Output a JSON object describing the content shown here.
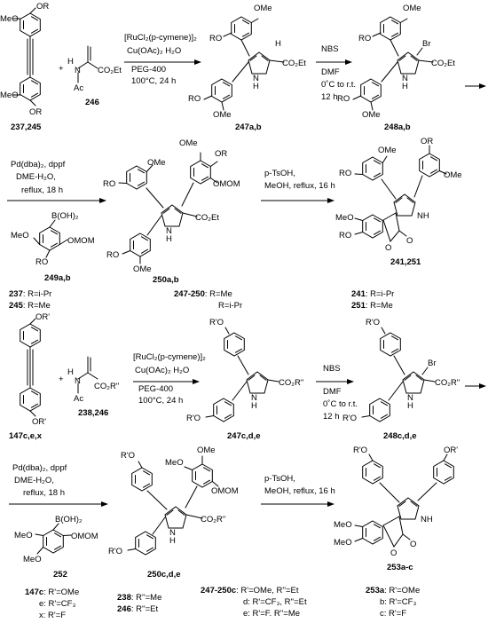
{
  "row1": {
    "sm1_or_top": "OR",
    "sm1_meo_top": "MeO",
    "sm1_meo_bot": "MeO",
    "sm1_or_bot": "OR",
    "sm1_label": "237,245",
    "plus": "+",
    "dehydro_n": "N",
    "dehydro_h": "H",
    "dehydro_ac": "Ac",
    "dehydro_ester": "CO₂Et",
    "dehydro_label": "246",
    "step1_cond": [
      "[RuCl₂(p-cymene)]₂",
      "Cu(OAc)₂ H₂O",
      "PEG-400",
      "100°C, 24 h"
    ],
    "p1_ro": "RO",
    "p1_ome": "OMe",
    "p1_h": "H",
    "p1_ester": "CO₂Et",
    "p1_nh": "N",
    "p1_nh_h": "H",
    "p1_ro2": "RO",
    "p1_ome2": "OMe",
    "p1_label": "247a,b",
    "step2_cond": [
      "NBS",
      "DMF",
      "0˚C to r.t.",
      "12 h"
    ],
    "p2_ro": "RO",
    "p2_ome": "OMe",
    "p2_br": "Br",
    "p2_ester": "CO₂Et",
    "p2_nh": "N",
    "p2_nh_h": "H",
    "p2_ro2": "RO",
    "p2_ome2": "OMe",
    "p2_label": "248a,b"
  },
  "row2": {
    "step3_cond": [
      "Pd(dba)₂, dppf",
      "DME-H₂O,",
      "reflux, 18 h"
    ],
    "boronic_boh2": "B(OH)₂",
    "boronic_meo": "MeO",
    "boronic_omom": "OMOM",
    "boronic_ro": "RO",
    "boronic_label": "249a,b",
    "p3_ome_a": "OMe",
    "p3_or_a": "OR",
    "p3_ro": "RO",
    "p3_ome_b": "OMe",
    "p3_omom": "OMOM",
    "p3_ester": "CO₂Et",
    "p3_n": "N",
    "p3_h": "H",
    "p3_ro2": "RO",
    "p3_ome2": "OMe",
    "p3_label": "250a,b",
    "step4_cond": [
      "p-TsOH,",
      "MeOH, reflux, 16 h"
    ],
    "p4_ro": "RO",
    "p4_ome": "OMe",
    "p4_or": "OR",
    "p4_ome_b": "OMe",
    "p4_meo": "MeO",
    "p4_ro2": "RO",
    "p4_nh": "NH",
    "p4_o": "O",
    "p4_co": "O",
    "p4_label": "241,251",
    "legend_left": [
      {
        "id": "237",
        "text": ": R=i-Pr"
      },
      {
        "id": "245",
        "text": ": R=Me"
      }
    ],
    "legend_mid_id": "247-250",
    "legend_mid": [
      ": R=Me",
      "R=i-Pr"
    ],
    "legend_right": [
      {
        "id": "241",
        "text": ": R=i-Pr"
      },
      {
        "id": "251",
        "text": ": R=Me"
      }
    ]
  },
  "row3": {
    "sm1_or_top": "OR'",
    "sm1_or_bot": "OR'",
    "sm1_label": "147c,e,x",
    "plus": "+",
    "dehydro_n": "N",
    "dehydro_h": "H",
    "dehydro_ac": "Ac",
    "dehydro_ester": "CO₂R''",
    "dehydro_label": "238,246",
    "step1_cond": [
      "[RuCl₂(p-cymene)]₂",
      "Cu(OAc)₂ H₂O",
      "PEG-400",
      "100°C, 24 h"
    ],
    "p1_ro": "R'O",
    "p1_ester": "CO₂R''",
    "p1_n": "N",
    "p1_h": "H",
    "p1_ro2": "R'O",
    "p1_label": "247c,d,e",
    "step2_cond": [
      "NBS",
      "DMF",
      "0˚C to r.t.",
      "12 h"
    ],
    "p2_ro": "R'O",
    "p2_br": "Br",
    "p2_ester": "CO₂R''",
    "p2_n": "N",
    "p2_h": "H",
    "p2_ro2": "R'O",
    "p2_label": "248c,d,e"
  },
  "row4": {
    "step3_cond": [
      "Pd(dba)₂, dppf",
      "DME-H₂O,",
      "reflux, 18 h"
    ],
    "boronic_boh2": "B(OH)₂",
    "boronic_meo": "MeO",
    "boronic_omom": "OMOM",
    "boronic_meo2": "MeO",
    "boronic_label": "252",
    "p3_ome_a": "OMe",
    "p3_ro": "R'O",
    "p3_meo": "MeO",
    "p3_omom": "OMOM",
    "p3_ester": "CO₂R''",
    "p3_n": "N",
    "p3_h": "H",
    "p3_ro2": "R'O",
    "p3_label": "250c,d,e",
    "step4_cond": [
      "p-TsOH,",
      "MeOH, reflux, 16 h"
    ],
    "p4_ro": "R'O",
    "p4_or": "OR'",
    "p4_meo": "MeO",
    "p4_meo2": "MeO",
    "p4_nh": "NH",
    "p4_o": "O",
    "p4_co": "O",
    "p4_label": "253a-c",
    "legend_147_id": "147c",
    "legend_147": [
      ": R'=OMe",
      "e: R'=CF₃",
      "x: R'=F"
    ],
    "legend_238": [
      {
        "id": "238",
        "text": ": R''=Me"
      },
      {
        "id": "246",
        "text": ": R''=Et"
      }
    ],
    "legend_247_id": "247-250c",
    "legend_247": [
      ": R'=OMe, R''=Et",
      "d: R'=CF₃, R''=Et",
      "e: R'=F. R''=Me"
    ],
    "legend_253_id": "253a",
    "legend_253": [
      ": R'=OMe",
      "b: R'=CF₃",
      "c: R'=F"
    ]
  }
}
